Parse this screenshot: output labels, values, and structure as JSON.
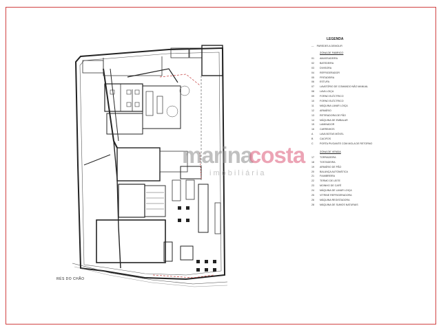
{
  "plan": {
    "floor_label": "RÉS DO CHÃO"
  },
  "watermark": {
    "brand_a": "marina",
    "brand_b": "costa",
    "subtitle": "imobiliária"
  },
  "legend": {
    "title": "LEGENDA",
    "note_symbol": "---",
    "note": "PAREDES A DEMOLIR",
    "section_1": "ZONA DE FABRICO",
    "items_1": [
      {
        "n": "01",
        "t": "AMASSADEIRA"
      },
      {
        "n": "02",
        "t": "BATEDEIRA"
      },
      {
        "n": "03",
        "t": "DIVISORA"
      },
      {
        "n": "04",
        "t": "REFRIGERADOR"
      },
      {
        "n": "05",
        "t": "FRITADEIRA"
      },
      {
        "n": "06",
        "t": "ESTUFA"
      },
      {
        "n": "07",
        "t": "LAVATÓRIO DE COMANDO NÃO MANUAL"
      },
      {
        "n": "08",
        "t": "LAVA LOIÇA"
      },
      {
        "n": "09",
        "t": "FORNO ELÉCTRICO"
      },
      {
        "n": "10",
        "t": "FORNO ELÉCTRICO"
      },
      {
        "n": "11",
        "t": "MÁQUINA LAVAR LOIÇA"
      },
      {
        "n": "12",
        "t": "ARMÁRIO"
      },
      {
        "n": "13",
        "t": "RETIRADORA DE PÃO"
      },
      {
        "n": "14",
        "t": "MÁQUINA DE EMBALAR"
      },
      {
        "n": "15",
        "t": "LAMINADOR"
      },
      {
        "n": "16",
        "t": "CARRINHOS"
      },
      {
        "n": "A",
        "t": "LAVA BOTAS MÓVEL"
      },
      {
        "n": "B",
        "t": "CACIFOS"
      },
      {
        "n": "C",
        "t": "PORTA PIVOANTE COM MOLA DE RETORNO"
      }
    ],
    "section_2": "ZONA DE VENDA",
    "items_2": [
      {
        "n": "17",
        "t": "TORRADEIRA"
      },
      {
        "n": "18",
        "t": "TOSTADEIRA"
      },
      {
        "n": "19",
        "t": "ARMÁRIO DE PÃO"
      },
      {
        "n": "20",
        "t": "BALANÇA AUTOMÁTICA"
      },
      {
        "n": "21",
        "t": "FIAMBREIRA"
      },
      {
        "n": "22",
        "t": "TERMO DE LEITE"
      },
      {
        "n": "23",
        "t": "MOINHO DE CAFÉ"
      },
      {
        "n": "24",
        "t": "MÁQUINA DE LAVAR LOIÇA"
      },
      {
        "n": "25",
        "t": "VITRINE REFRIGERADORA"
      },
      {
        "n": "26",
        "t": "MÁQUINA REGISTADORA"
      },
      {
        "n": "28",
        "t": "MÁQUINA DE SUMOS NATURAIS"
      }
    ]
  }
}
